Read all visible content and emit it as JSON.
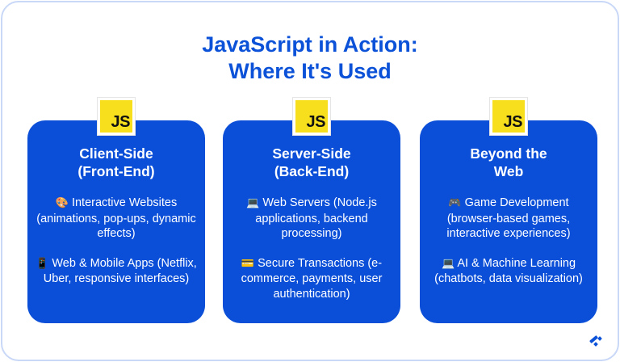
{
  "title": {
    "line1": "JavaScript in Action:",
    "line2": "Where It's Used"
  },
  "colors": {
    "title": "#0b52d8",
    "card_bg": "#0b4fd9",
    "js_badge": "#f7df1e",
    "frame_border": "#c9d8f7"
  },
  "cards": [
    {
      "badge": "JS",
      "title_line1": "Client-Side",
      "title_line2": "(Front-End)",
      "items": [
        {
          "icon": "🎨",
          "icon_name": "artist-palette-icon",
          "text": "Interactive Websites (animations, pop-ups, dynamic effects)"
        },
        {
          "icon": "📱",
          "icon_name": "mobile-phone-icon",
          "text": "Web & Mobile Apps (Netflix, Uber, responsive interfaces)"
        }
      ]
    },
    {
      "badge": "JS",
      "title_line1": "Server-Side",
      "title_line2": "(Back-End)",
      "items": [
        {
          "icon": "💻",
          "icon_name": "computer-icon",
          "text": "Web Servers (Node.js applications, backend processing)"
        },
        {
          "icon": "💳",
          "icon_name": "credit-card-icon",
          "text": "Secure Transactions (e-commerce, payments, user authentication)"
        }
      ]
    },
    {
      "badge": "JS",
      "title_line1": "Beyond the",
      "title_line2": "Web",
      "items": [
        {
          "icon": "🎮",
          "icon_name": "game-controller-icon",
          "text": "Game Development (browser-based games, interactive experiences)"
        },
        {
          "icon": "💻",
          "icon_name": "computer-icon",
          "text": "AI & Machine Learning (chatbots, data visualization)"
        }
      ]
    }
  ]
}
